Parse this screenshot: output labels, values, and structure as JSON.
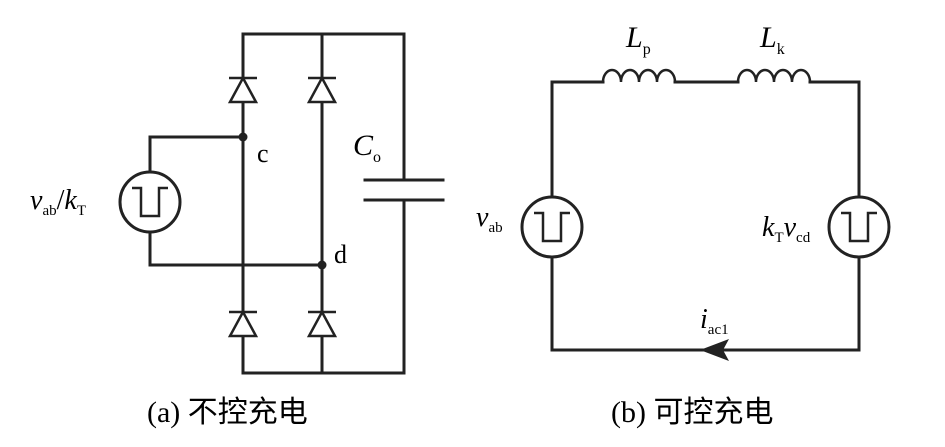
{
  "left_circuit": {
    "source_label": {
      "v": "v",
      "v_sub": "ab",
      "slash": "/",
      "k": "k",
      "k_sub": "T"
    },
    "node_c": "c",
    "node_d": "d",
    "capacitor": {
      "name": "C",
      "sub": "o"
    },
    "caption": "(a) 不控充电"
  },
  "right_circuit": {
    "inductor_1": {
      "name": "L",
      "sub": "p"
    },
    "inductor_2": {
      "name": "L",
      "sub": "k"
    },
    "source_left": {
      "v": "v",
      "v_sub": "ab"
    },
    "source_right": {
      "k": "k",
      "k_sub": "T",
      "v": "v",
      "v_sub": "cd"
    },
    "current": {
      "name": "i",
      "sub": "ac1"
    },
    "caption": "(b) 可控充电"
  }
}
